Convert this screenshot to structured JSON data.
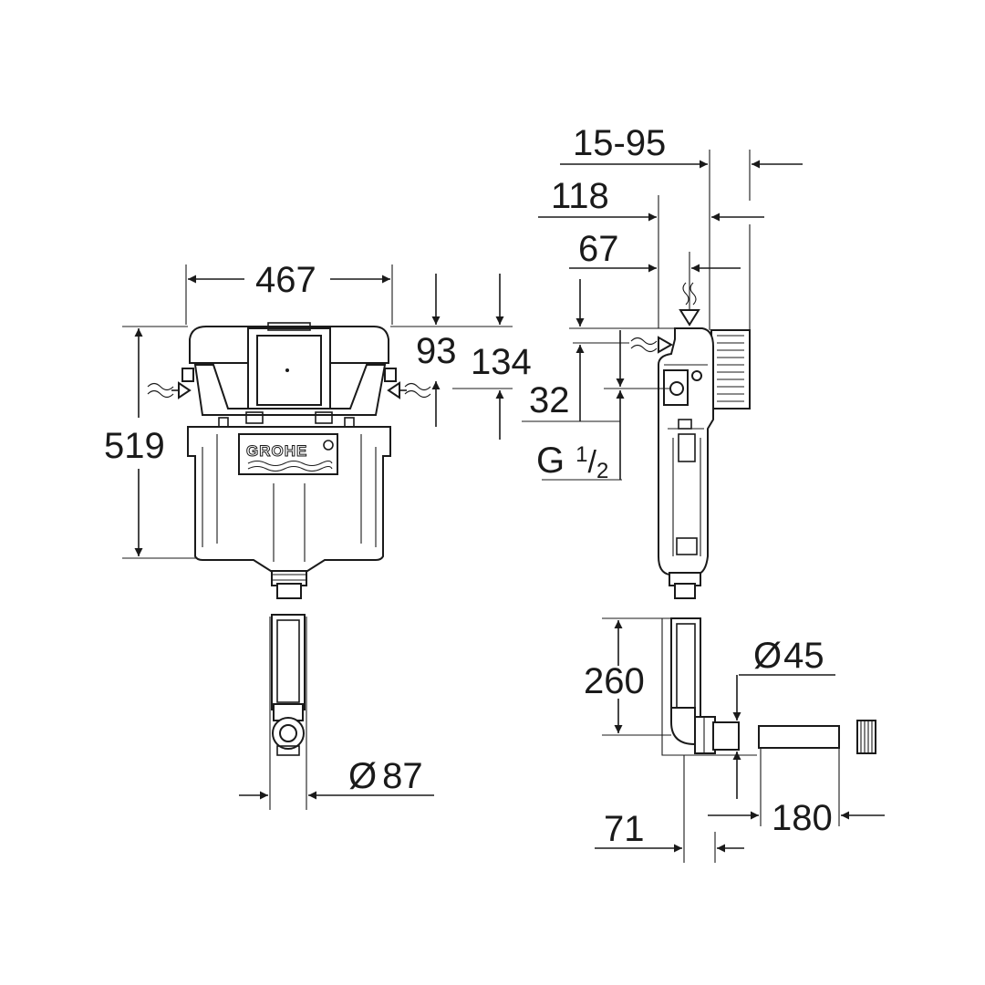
{
  "diagram": {
    "brand_logo_text": "GROHE",
    "dimensions": {
      "front_width": "467",
      "front_height": "519",
      "inlet_offset_93": "93",
      "inlet_offset_134": "134",
      "side_15_95": "15-95",
      "side_118": "118",
      "side_67": "67",
      "side_32": "32",
      "thread_prefix": "G",
      "thread_numerator": "1",
      "thread_denominator": "2",
      "outlet_diameter": "87",
      "flush_pipe_height": "260",
      "connector_diameter": "45",
      "pipe_offset": "71",
      "pipe_length": "180"
    },
    "symbols": {
      "diameter": "Ø"
    }
  }
}
